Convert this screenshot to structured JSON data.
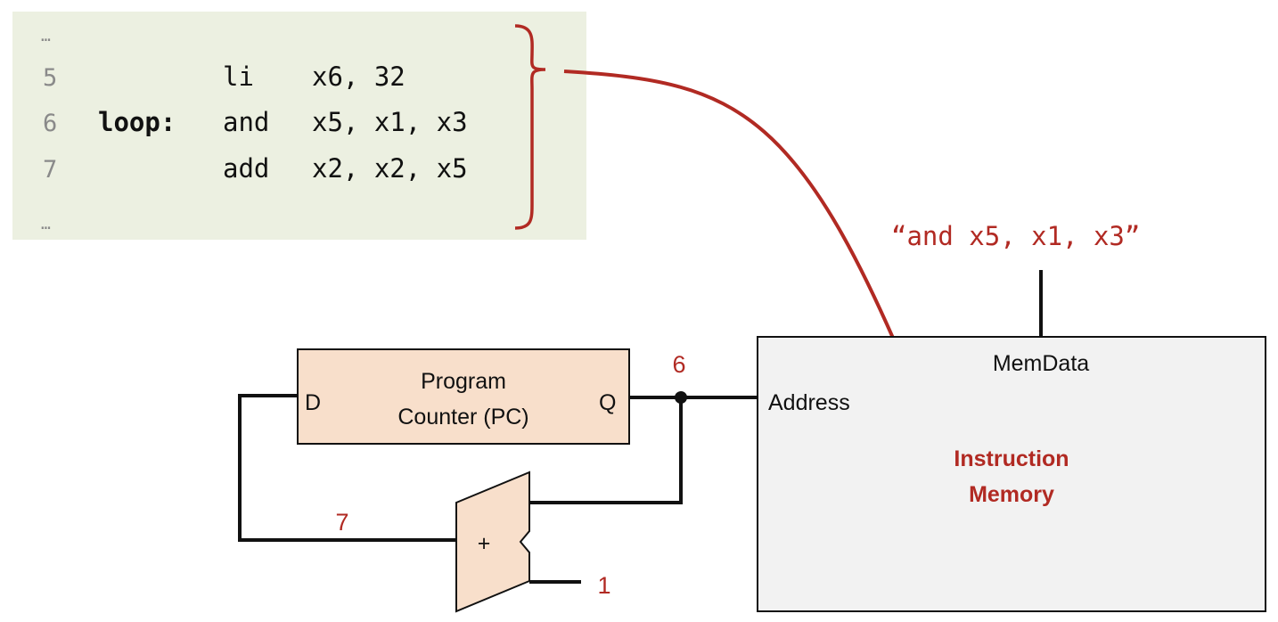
{
  "code": {
    "ellipsis_top": "…",
    "ellipsis_bottom": "…",
    "lines": [
      {
        "num": "5",
        "label": "",
        "op": "li",
        "args": "x6, 32"
      },
      {
        "num": "6",
        "label": "loop:",
        "op": "and",
        "args": "x5, x1, x3"
      },
      {
        "num": "7",
        "label": "",
        "op": "add",
        "args": "x2, x2, x5"
      }
    ]
  },
  "fetched_instruction": "“and  x5, x1, x3”",
  "pc": {
    "title_line1": "Program",
    "title_line2": "Counter (PC)",
    "input_port": "D",
    "output_port": "Q",
    "output_value": "6",
    "next_value": "7"
  },
  "adder": {
    "symbol": "+",
    "constant": "1"
  },
  "instruction_memory": {
    "title_line1": "Instruction",
    "title_line2": "Memory",
    "address_port": "Address",
    "data_port": "MemData"
  },
  "colors": {
    "code_background": "#ecf0e1",
    "accent_red": "#b12a23",
    "pc_fill": "#f8dfcb",
    "memory_fill": "#f2f2f2"
  }
}
